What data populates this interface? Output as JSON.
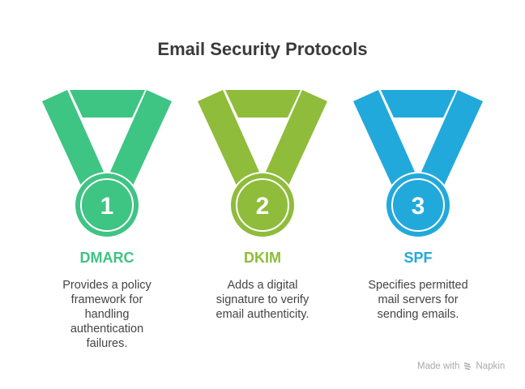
{
  "title": "Email Security Protocols",
  "items": [
    {
      "number": "1",
      "label": "DMARC",
      "description": "Provides a policy framework for handling authentication failures.",
      "color": "#3EC483"
    },
    {
      "number": "2",
      "label": "DKIM",
      "description": "Adds a digital signature to verify email authenticity.",
      "color": "#8FBC3A"
    },
    {
      "number": "3",
      "label": "SPF",
      "description": "Specifies permitted mail servers for sending emails.",
      "color": "#22A9DC"
    }
  ],
  "footer": {
    "made_with": "Made with",
    "brand": "Napkin",
    "icon": "napkin-logo-icon"
  }
}
